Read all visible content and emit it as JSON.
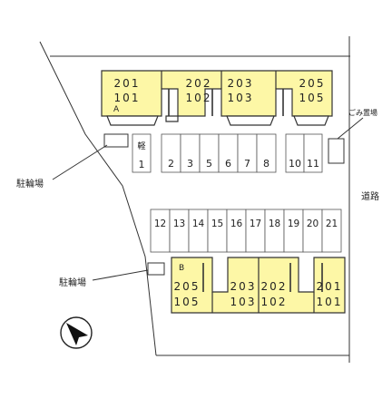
{
  "building_a": {
    "label": "A",
    "units": [
      {
        "top": "201",
        "bottom": "101"
      },
      {
        "top": "202",
        "bottom": "102"
      },
      {
        "top": "203",
        "bottom": "103"
      },
      {
        "top": "205",
        "bottom": "105"
      }
    ]
  },
  "building_b": {
    "label": "B",
    "units": [
      {
        "top": "205",
        "bottom": "105"
      },
      {
        "top": "203",
        "bottom": "103"
      },
      {
        "top": "202",
        "bottom": "102"
      },
      {
        "top": "201",
        "bottom": "101"
      }
    ]
  },
  "parking_row_1": {
    "light_label": "軽",
    "light_number": "1",
    "spaces": [
      "2",
      "3",
      "5",
      "6",
      "7",
      "8"
    ],
    "end_spaces": [
      "10",
      "11"
    ]
  },
  "parking_row_2": {
    "spaces": [
      "12",
      "13",
      "14",
      "15",
      "16",
      "17",
      "18",
      "19",
      "20",
      "21"
    ]
  },
  "labels": {
    "bicycle_parking_1": "駐輪場",
    "bicycle_parking_2": "駐輪場",
    "garbage": "ごみ置場",
    "road": "道路"
  },
  "colors": {
    "building_fill": "#fdf7a6",
    "line": "#333333"
  },
  "icons": {
    "north": "north-arrow-icon"
  }
}
